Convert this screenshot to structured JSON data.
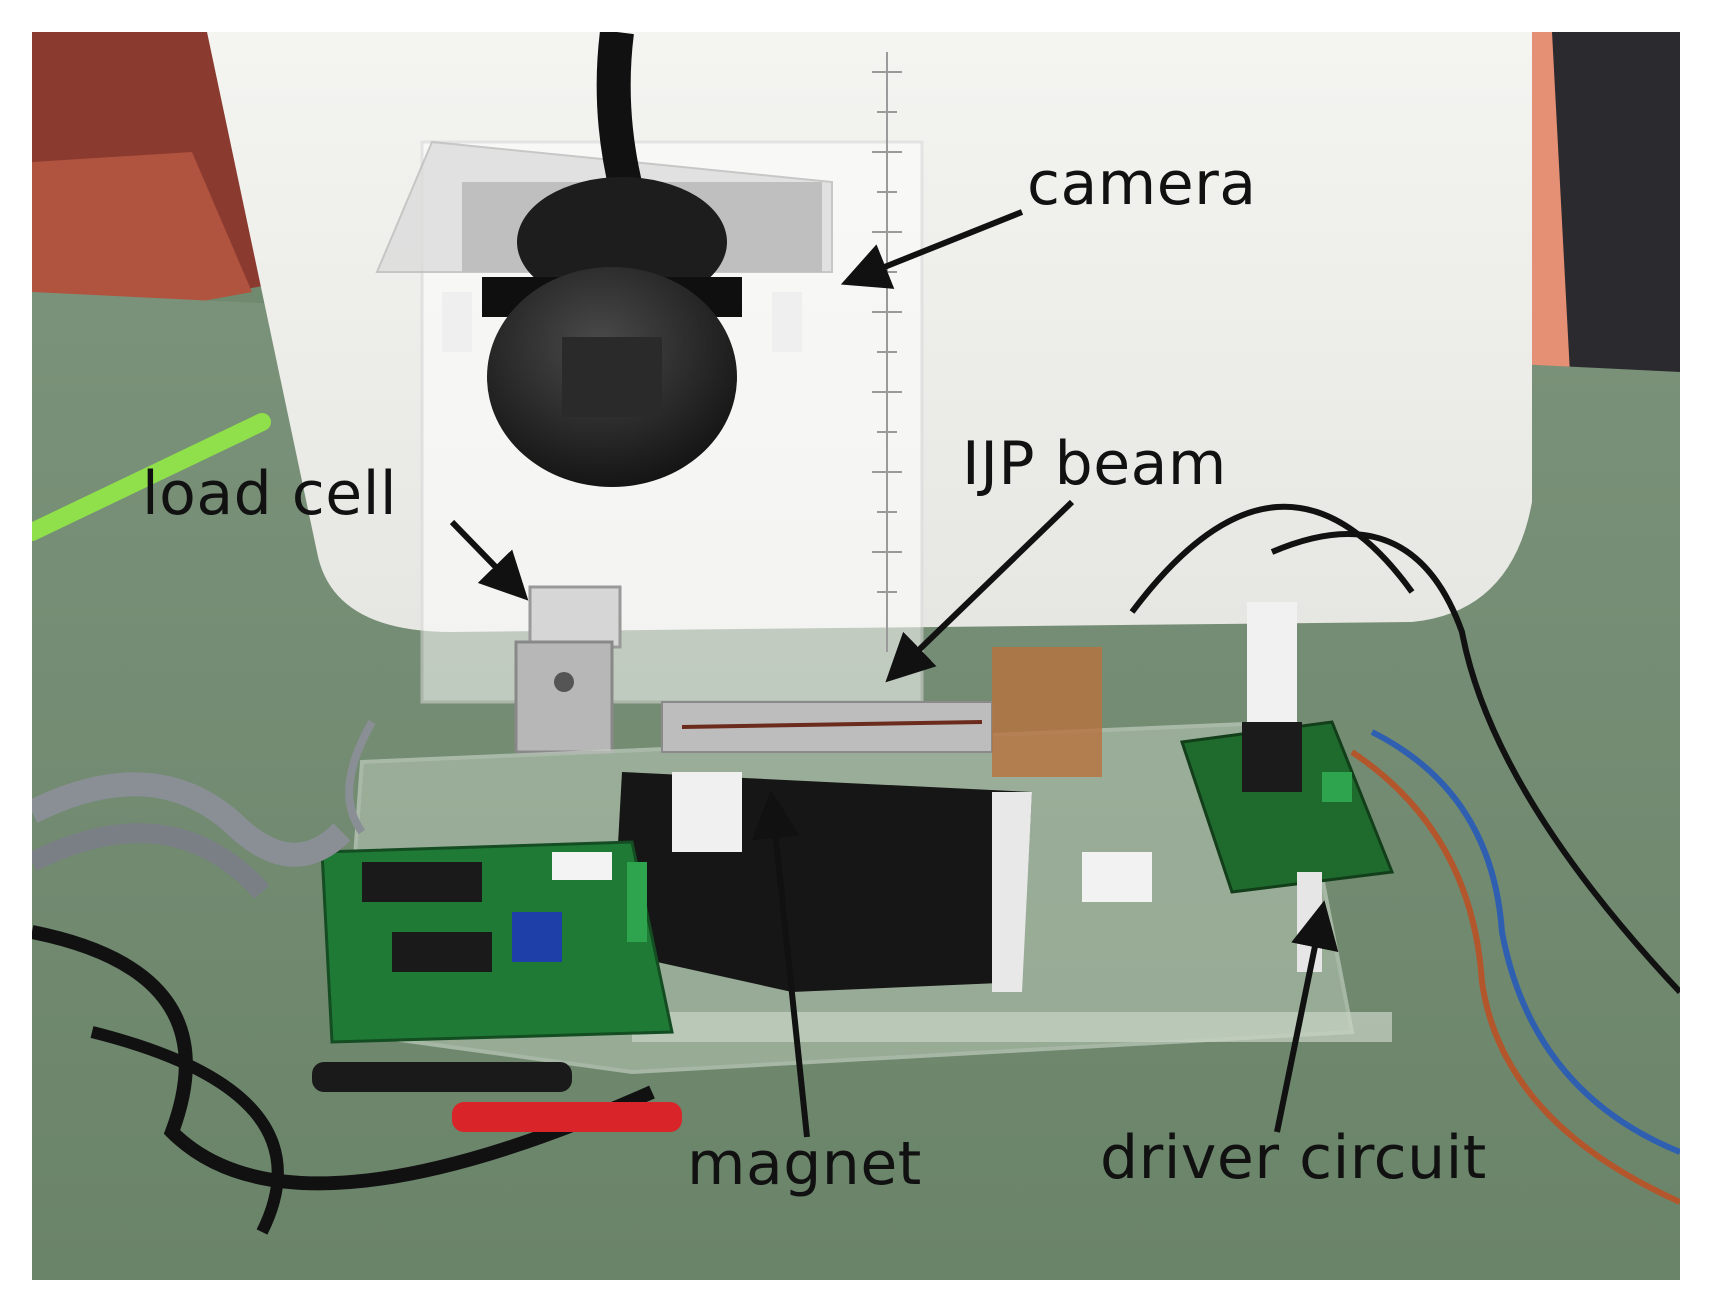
{
  "figure": {
    "labels": {
      "camera": "camera",
      "load_cell": "load cell",
      "ijp_beam": "IJP beam",
      "magnet": "magnet",
      "driver_circuit": "driver circuit"
    }
  }
}
